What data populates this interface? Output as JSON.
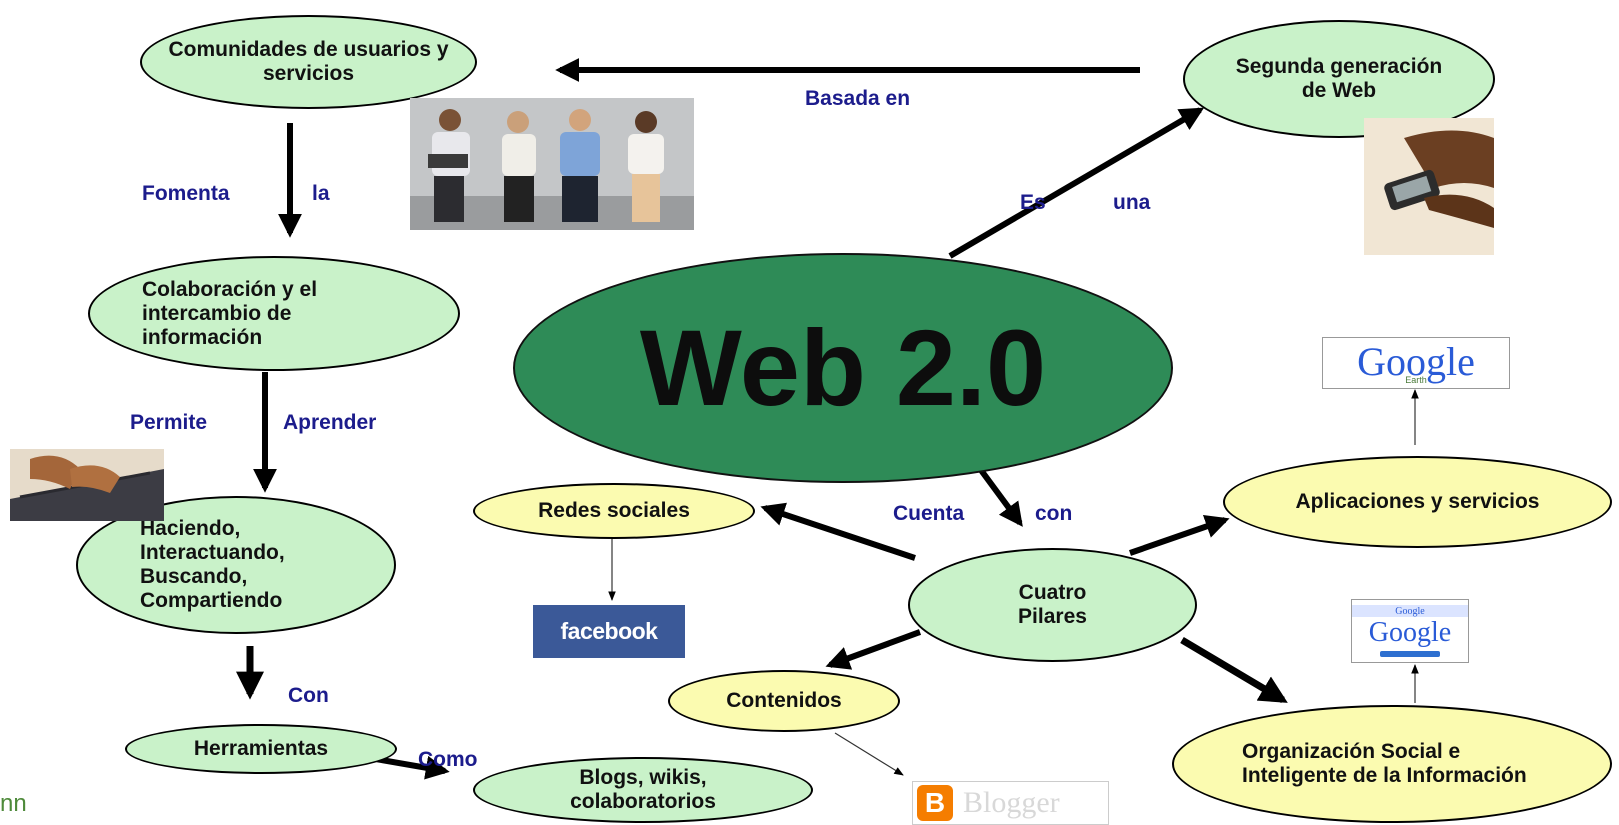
{
  "center": {
    "text": "Web 2.0"
  },
  "nodes": {
    "segunda": "Segunda generación de Web",
    "comunidades": "Comunidades de usuarios y servicios",
    "colaboracion": "Colaboración y el intercambio de información",
    "haciendo": "Haciendo, Interactuando, Buscando, Compartiendo",
    "herramientas": "Herramientas",
    "blogs": "Blogs, wikis, colaboratorios",
    "cuatro": "Cuatro Pilares",
    "redes": "Redes sociales",
    "contenidos": "Contenidos",
    "aplicaciones": "Aplicaciones y servicios",
    "organizacion": "Organización Social e Inteligente de la Información"
  },
  "edge_labels": {
    "basada": "Basada en",
    "es": "Es",
    "una": "una",
    "fomenta": "Fomenta",
    "la": "la",
    "permite": "Permite",
    "aprender": "Aprender",
    "con_left": "Con",
    "como": "Como",
    "cuenta": "Cuenta",
    "con_center": "con"
  },
  "logos": {
    "facebook": "facebook",
    "google": "Google",
    "google_earth_sub": "Earth",
    "google2": "Google",
    "google2_top": "Google",
    "blogger": "Blogger"
  },
  "corner_text": "nn",
  "colors": {
    "center_fill": "#2e8b57",
    "green_node": "#c9f2c9",
    "yellow_node": "#fbfbb0",
    "label_text": "#1c1c8c",
    "facebook_blue": "#3b5998",
    "blogger_orange": "#f57d00"
  },
  "icons": [
    "photo-people-with-devices",
    "photo-hands-phone",
    "photo-hands-laptop",
    "facebook-logo",
    "google-earth-logo",
    "google-logo",
    "blogger-logo"
  ]
}
